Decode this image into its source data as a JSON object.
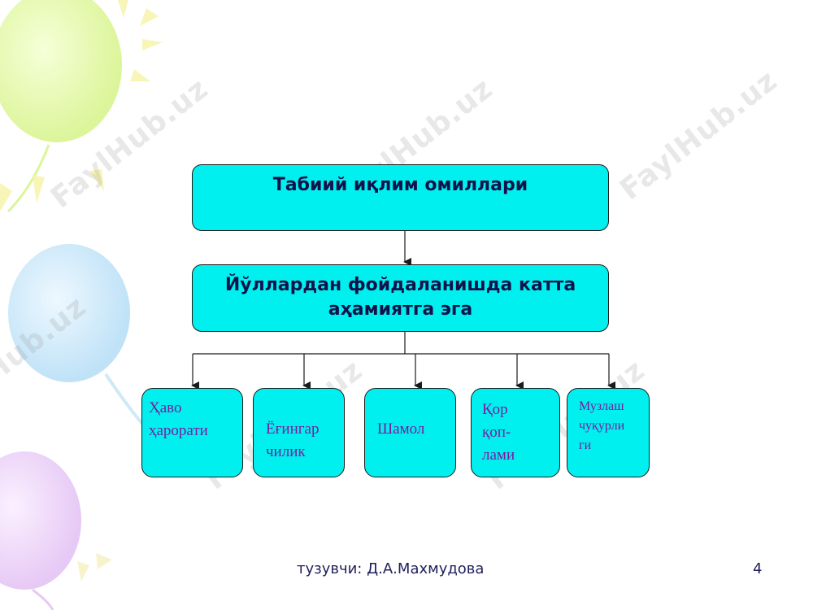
{
  "diagram": {
    "root": "Табиий иқлим омиллари",
    "middle": {
      "line1": "Йўллардан фойдаланишда катта",
      "line2": "аҳамиятга эга"
    },
    "factors": [
      {
        "lines": [
          "Ҳаво",
          "ҳарорати"
        ]
      },
      {
        "lines": [
          "Ёғингар",
          "чилик"
        ]
      },
      {
        "lines": [
          "Шамол"
        ]
      },
      {
        "lines": [
          "Қор",
          "қоп-",
          "лами"
        ]
      },
      {
        "lines": [
          "Музлаш",
          "чуқурли",
          "ги"
        ]
      }
    ]
  },
  "watermark": "FaylHub.uz",
  "footer": {
    "author": "тузувчи: Д.А.Махмудова",
    "page_number": "4"
  },
  "colors": {
    "box_fill": "#00f0f0",
    "box_title_text": "#10124a",
    "factor_text": "#7a1a9e"
  }
}
